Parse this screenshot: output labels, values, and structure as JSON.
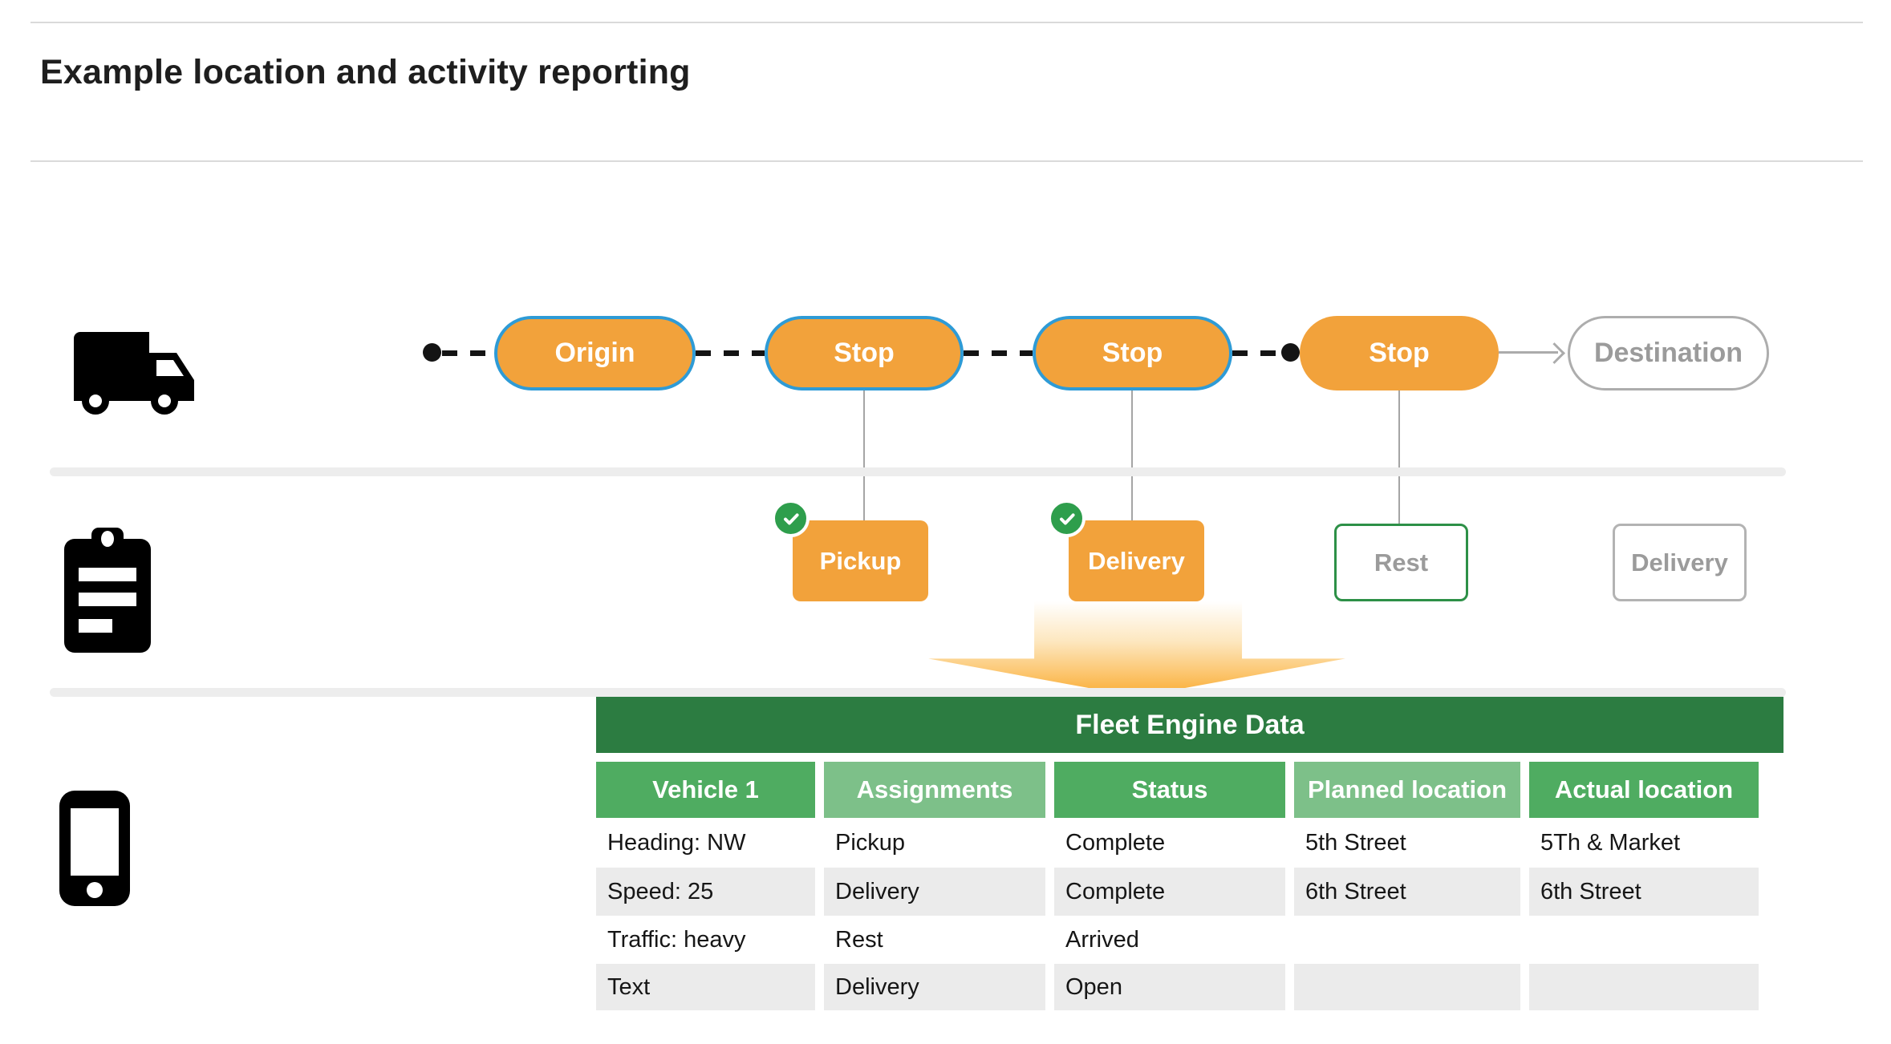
{
  "title": "Example location and activity reporting",
  "route": {
    "stops": [
      {
        "label": "Origin"
      },
      {
        "label": "Stop"
      },
      {
        "label": "Stop"
      },
      {
        "label": "Stop"
      },
      {
        "label": "Destination"
      }
    ]
  },
  "activities": [
    {
      "label": "Pickup",
      "checked": true
    },
    {
      "label": "Delivery",
      "checked": true
    },
    {
      "label": "Rest",
      "checked": false
    },
    {
      "label": "Delivery",
      "checked": false
    }
  ],
  "fleet_table": {
    "title": "Fleet Engine Data",
    "columns": [
      "Vehicle 1",
      "Assignments",
      "Status",
      "Planned location",
      "Actual location"
    ],
    "rows": [
      [
        "Heading: NW",
        "Pickup",
        "Complete",
        "5th Street",
        "5Th & Market"
      ],
      [
        "Speed: 25",
        "Delivery",
        "Complete",
        "6th Street",
        "6th Street"
      ],
      [
        "Traffic: heavy",
        "Rest",
        "Arrived",
        "",
        ""
      ],
      [
        "Text",
        "Delivery",
        "Open",
        "",
        ""
      ]
    ]
  },
  "icons": {
    "row1": "truck-icon",
    "row2": "clipboard-icon",
    "row3": "phone-icon",
    "completed": "check-icon",
    "flow": "arrow-down-icon"
  },
  "colors": {
    "orange": "#F2A23B",
    "pill_border_blue": "#2E9BD6",
    "table_green_dark": "#2C7C41",
    "table_green_medium": "#4FAC61",
    "table_green_light": "#7DC089",
    "check_green": "#2E9E4C",
    "rest_border_green": "#2D9047",
    "muted_gray_text": "#9B9B9B",
    "row_alt_gray": "#EBEBEB"
  }
}
